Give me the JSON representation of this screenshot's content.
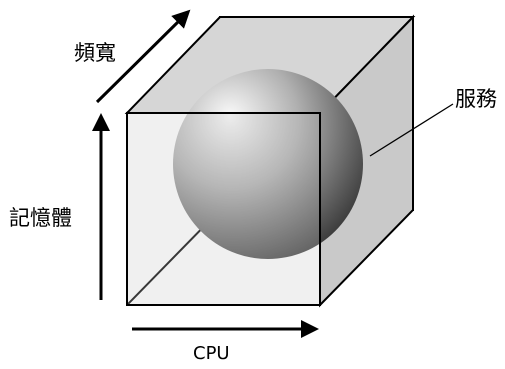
{
  "labels": {
    "bandwidth": "頻寬",
    "memory": "記憶體",
    "cpu": "CPU",
    "service": "服務"
  },
  "colors": {
    "cube_fill": "#d6d6d6",
    "cube_edge": "#000000",
    "sphere_highlight": "#fafafa",
    "sphere_mid": "#b0b0b0",
    "sphere_shadow": "#3a3a3a"
  }
}
